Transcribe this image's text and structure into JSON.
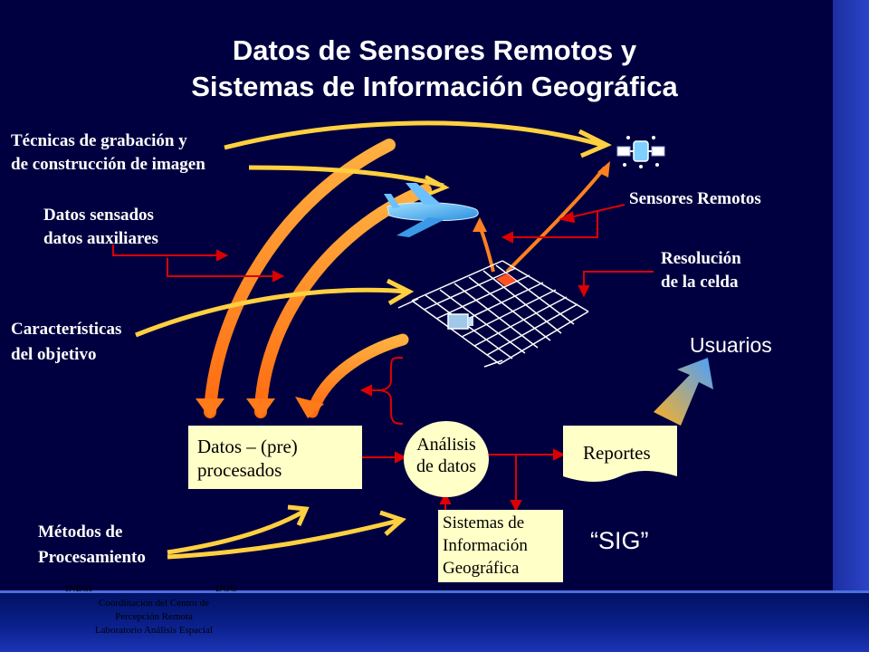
{
  "title": {
    "line1": "Datos de Sensores Remotos y",
    "line2": "Sistemas de Información Geográfica"
  },
  "labels": {
    "tecnicas_1": "Técnicas de grabación y",
    "tecnicas_2": "de construcción de imagen",
    "datos_1": "Datos sensados",
    "datos_2": "datos auxiliares",
    "caract_1": "Características",
    "caract_2": "del objetivo",
    "metodos_1": "Métodos de",
    "metodos_2": "Procesamiento",
    "sensores": "Sensores Remotos",
    "resol_1": "Resolución",
    "resol_2": "de la celda",
    "usuarios": "Usuarios",
    "sig": "“SIG”"
  },
  "boxes": {
    "datos_pre_1": "Datos – (pre)",
    "datos_pre_2": "procesados",
    "analisis_1": "Análisis",
    "analisis_2": "de datos",
    "reportes": "Reportes",
    "sistemas_1": "Sistemas de",
    "sistemas_2": "Información",
    "sistemas_3": "Geográfica"
  },
  "footer": {
    "inegi": "INEGI",
    "dgg": "DGG",
    "line1": "Coordinación del Centro de",
    "line2": "Percepción Remota",
    "line3": "Laboratorio Análisis Espacial"
  },
  "icons": [
    "satellite-icon",
    "airplane-icon",
    "ground-sensor-icon"
  ],
  "colors": {
    "background": "#000040",
    "arrow_orange": "#ff8020",
    "arrow_yellow": "#ffd040",
    "arrow_red": "#dd0000",
    "box_fill": "#ffffc8"
  }
}
